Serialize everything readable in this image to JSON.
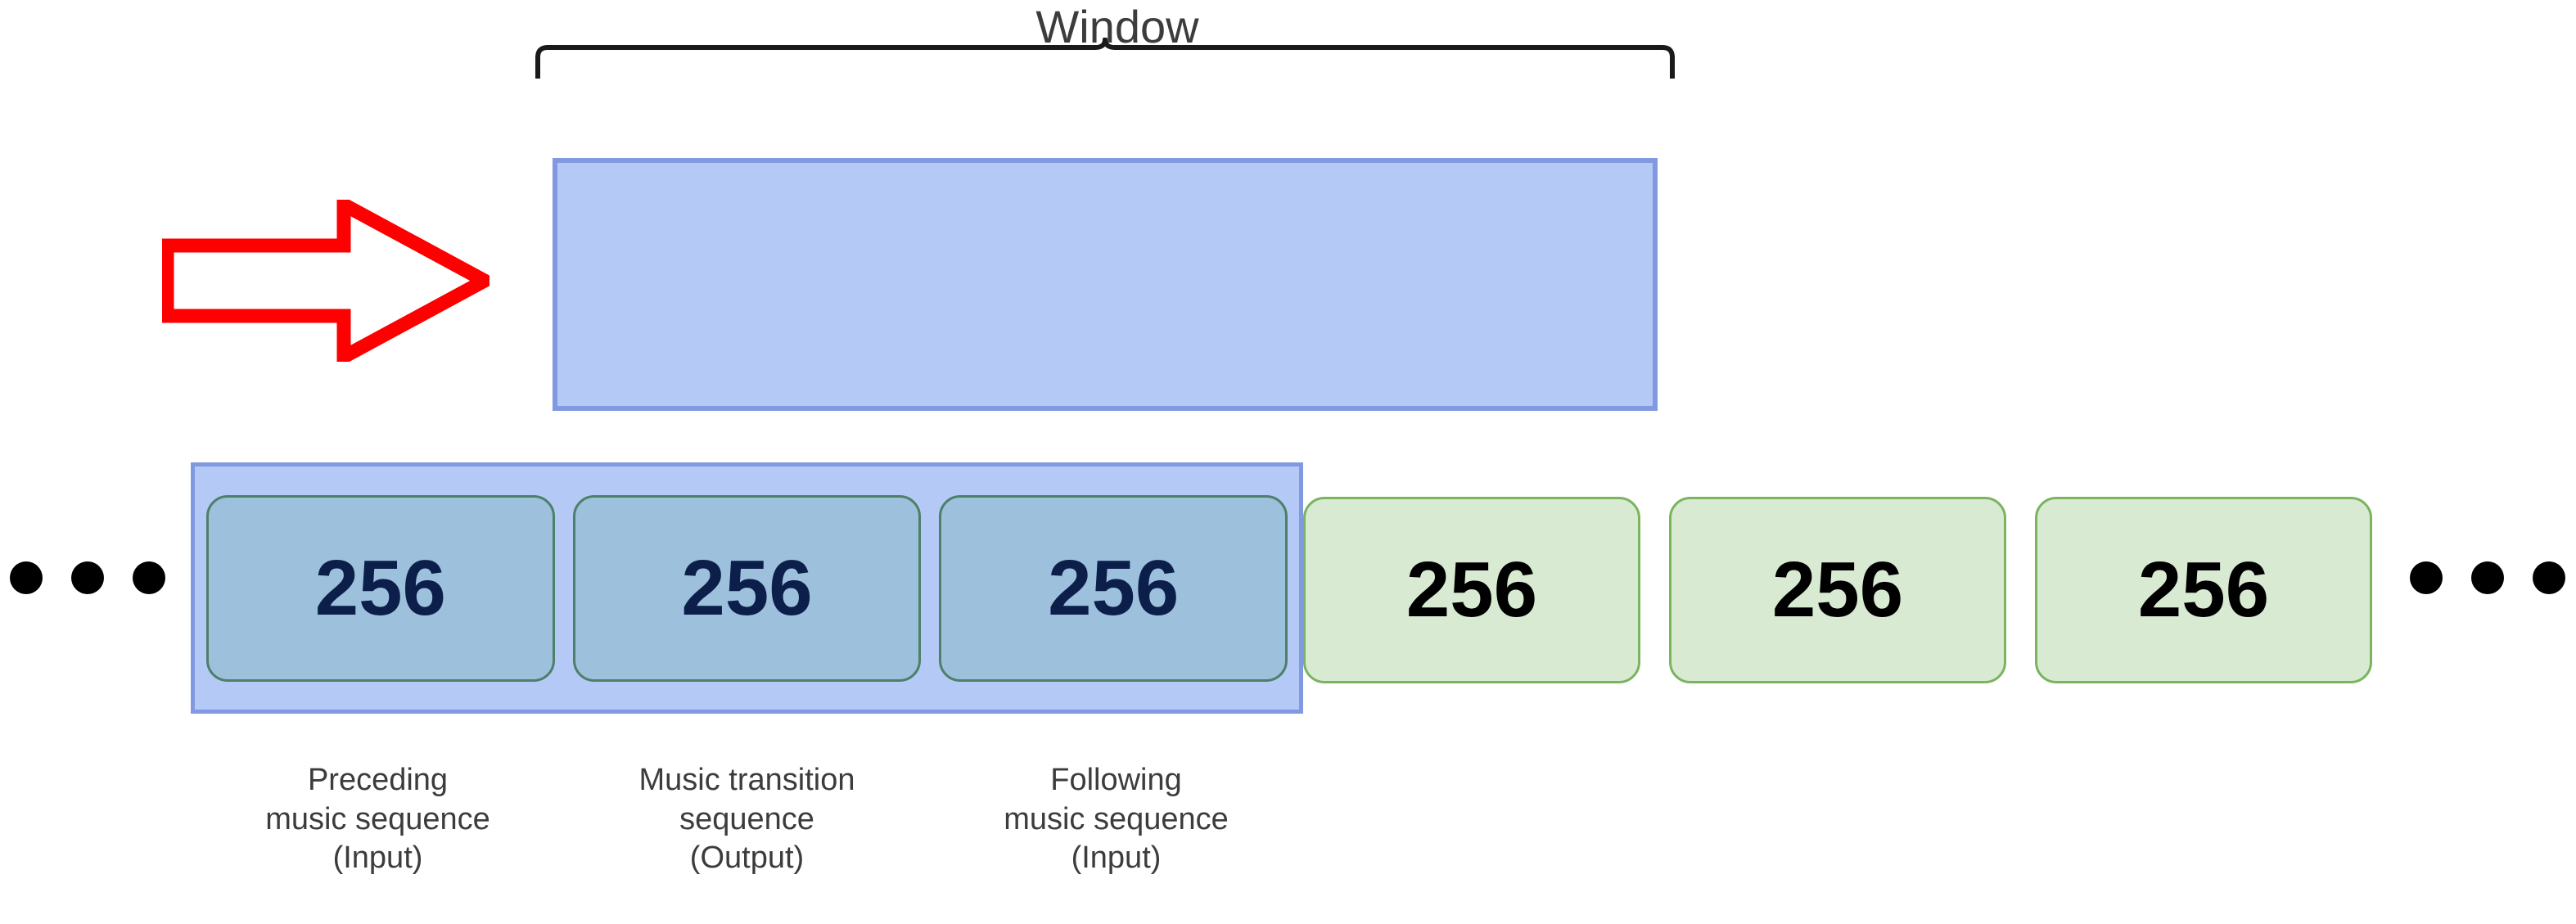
{
  "diagram": {
    "window_label": "Window",
    "window_block": {
      "fill": "#b4c9f5",
      "border": "#8099e0"
    },
    "arrow": {
      "icon": "right-arrow-outline-icon",
      "color": "#ff0000",
      "direction": "right"
    },
    "ellipsis_left": [
      "•",
      "•",
      "•"
    ],
    "ellipsis_right": [
      "•",
      "•",
      "•"
    ],
    "window_group": {
      "fill": "#b4c9f5",
      "border": "#8099e0",
      "boxes": [
        {
          "value": "256",
          "fill": "#9dc0dc",
          "border": "#4c8068",
          "text_color": "#0c1f4a"
        },
        {
          "value": "256",
          "fill": "#9dc0dc",
          "border": "#4c8068",
          "text_color": "#0c1f4a"
        },
        {
          "value": "256",
          "fill": "#9dc0dc",
          "border": "#4c8068",
          "text_color": "#0c1f4a"
        }
      ]
    },
    "tail_group": {
      "boxes": [
        {
          "value": "256",
          "fill": "#d9ead3",
          "border": "#79b45f",
          "text_color": "#000000"
        },
        {
          "value": "256",
          "fill": "#d9ead3",
          "border": "#79b45f",
          "text_color": "#000000"
        },
        {
          "value": "256",
          "fill": "#d9ead3",
          "border": "#79b45f",
          "text_color": "#000000"
        }
      ]
    },
    "captions": [
      {
        "line1": "Preceding",
        "line2": "music sequence",
        "line3": "(Input)"
      },
      {
        "line1": "Music transition",
        "line2": "sequence",
        "line3": "(Output)"
      },
      {
        "line1": "Following",
        "line2": "music sequence",
        "line3": "(Input)"
      }
    ]
  }
}
